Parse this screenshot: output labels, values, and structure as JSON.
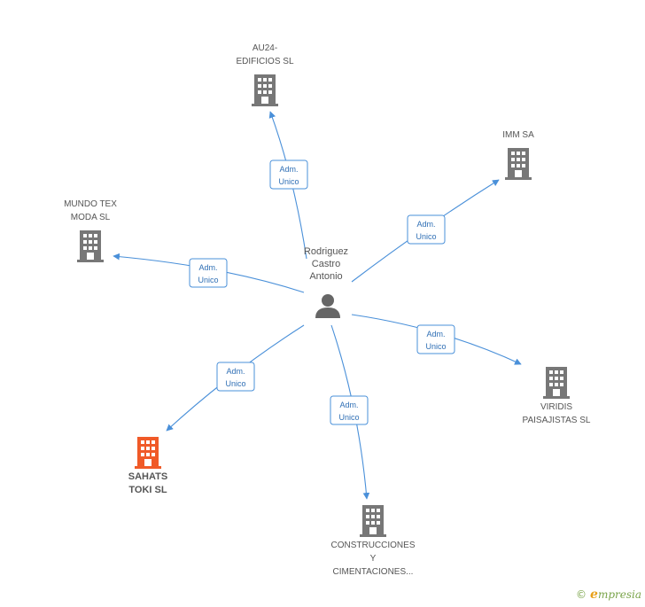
{
  "center": {
    "name_lines": [
      "Rodriguez",
      "Castro",
      "Antonio"
    ],
    "icon": "person-icon"
  },
  "companies": [
    {
      "id": "au24",
      "lines": [
        "AU24-",
        "EDIFICIOS SL"
      ],
      "icon": "building-icon",
      "color": "#777777",
      "highlight": false
    },
    {
      "id": "imm",
      "lines": [
        "IMM SA"
      ],
      "icon": "building-icon",
      "color": "#777777",
      "highlight": false
    },
    {
      "id": "mundotex",
      "lines": [
        "MUNDO TEX",
        "MODA SL"
      ],
      "icon": "building-icon",
      "color": "#777777",
      "highlight": false
    },
    {
      "id": "viridis",
      "lines": [
        "VIRIDIS",
        "PAISAJISTAS SL"
      ],
      "icon": "building-icon",
      "color": "#777777",
      "highlight": false
    },
    {
      "id": "sahats",
      "lines": [
        "SAHATS",
        "TOKI SL"
      ],
      "icon": "building-icon",
      "color": "#f05a28",
      "highlight": true
    },
    {
      "id": "construcciones",
      "lines": [
        "CONSTRUCCIONES",
        "Y",
        "CIMENTACIONES..."
      ],
      "icon": "building-icon",
      "color": "#777777",
      "highlight": false
    }
  ],
  "edges": [
    {
      "to": "au24",
      "label_lines": [
        "Adm.",
        "Unico"
      ]
    },
    {
      "to": "imm",
      "label_lines": [
        "Adm.",
        "Unico"
      ]
    },
    {
      "to": "mundotex",
      "label_lines": [
        "Adm.",
        "Unico"
      ]
    },
    {
      "to": "viridis",
      "label_lines": [
        "Adm.",
        "Unico"
      ]
    },
    {
      "to": "sahats",
      "label_lines": [
        "Adm.",
        "Unico"
      ]
    },
    {
      "to": "construcciones",
      "label_lines": [
        "Adm.",
        "Unico"
      ]
    }
  ],
  "colors": {
    "edge": "#4a90d9",
    "node": "#777777",
    "highlight": "#f05a28",
    "brand": "#7aa44a"
  },
  "footer": {
    "copyright": "©",
    "brand_initial": "e",
    "brand_rest": "mpresia"
  }
}
